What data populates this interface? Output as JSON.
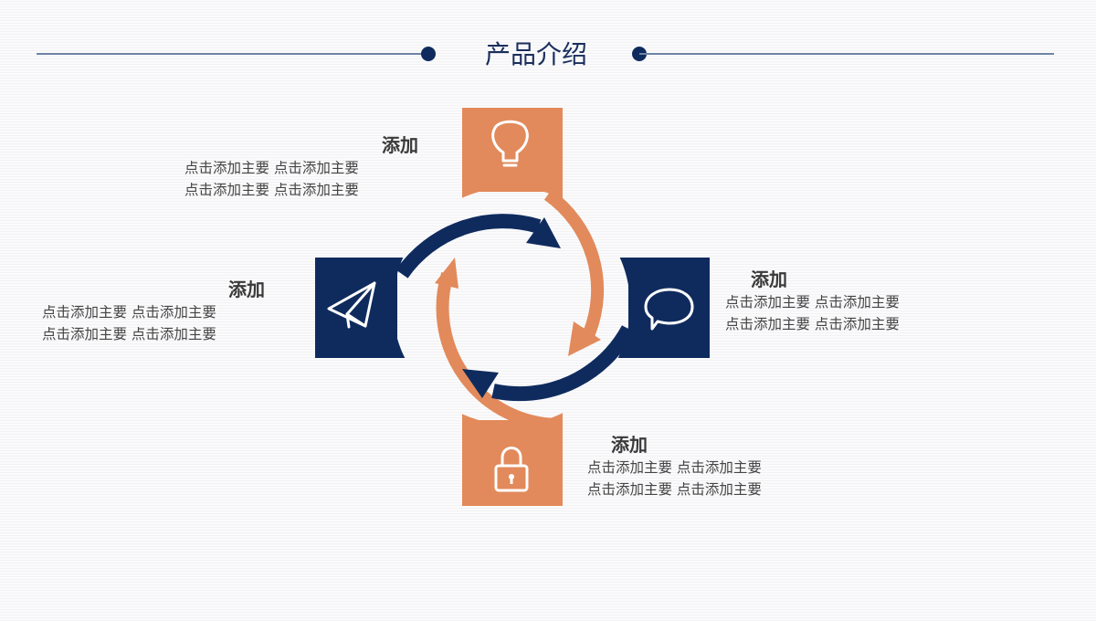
{
  "header": {
    "title": "产品介绍"
  },
  "colors": {
    "navy": "#0f2b5e",
    "orange": "#e28a5b",
    "line": "#6f83a8"
  },
  "blocks": [
    {
      "id": "top",
      "icon": "lightbulb-icon",
      "heading": "添加",
      "lines": [
        "点击添加主要  点击添加主要",
        "点击添加主要  点击添加主要"
      ]
    },
    {
      "id": "left",
      "icon": "paper-plane-icon",
      "heading": "添加",
      "lines": [
        "点击添加主要  点击添加主要",
        "点击添加主要  点击添加主要"
      ]
    },
    {
      "id": "right",
      "icon": "speech-bubble-icon",
      "heading": "添加",
      "lines": [
        "点击添加主要  点击添加主要",
        "点击添加主要  点击添加主要"
      ]
    },
    {
      "id": "bottom",
      "icon": "padlock-icon",
      "heading": "添加",
      "lines": [
        "点击添加主要  点击添加主要",
        "点击添加主要  点击添加主要"
      ]
    }
  ]
}
